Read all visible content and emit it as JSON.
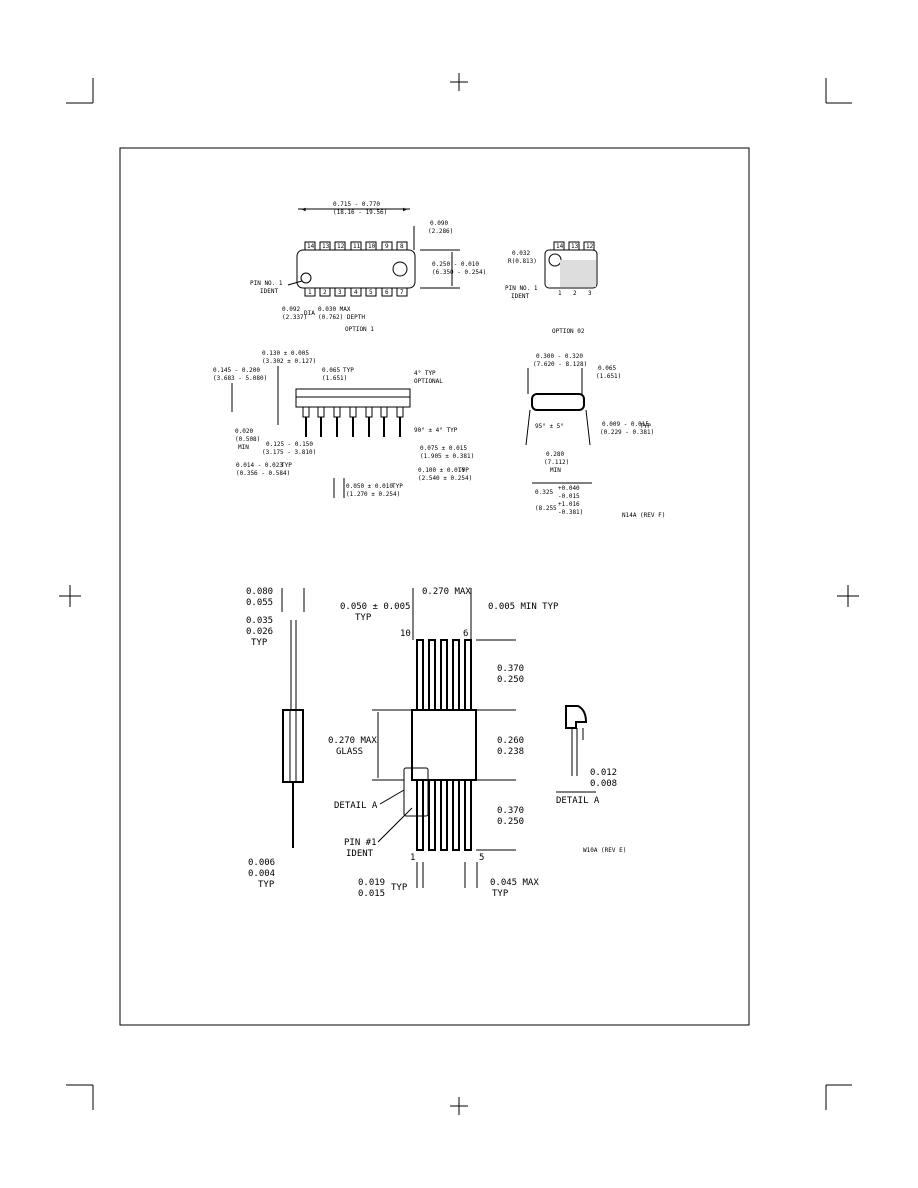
{
  "top": {
    "dim_length": "0.715 - 0.770",
    "dim_length_mm": "(18.16 - 19.56)",
    "dim_end_pin": "0.090",
    "dim_end_pin_mm": "(2.286)",
    "dim_width": "0.250 - 0.010",
    "dim_width_mm": "(6.350 - 0.254)",
    "pin_labels_top": [
      "14",
      "13",
      "12",
      "11",
      "10",
      "9",
      "8"
    ],
    "pin_labels_bottom": [
      "1",
      "2",
      "3",
      "4",
      "5",
      "6",
      "7"
    ],
    "pin_ident_1": "PIN NO. 1",
    "pin_ident_1b": "IDENT",
    "dim_dot": "0.092",
    "dim_dot_mm": "(2.337)",
    "dim_dia": "DIA",
    "dim_depth": "0.030 MAX",
    "dim_depth_mm": "(0.762) DEPTH",
    "option1": "OPTION 1",
    "option2": "OPTION 02",
    "opt2_dim": "0.032",
    "opt2_dim_mm": "R(0.813)",
    "opt2_labels_top": [
      "14",
      "13",
      "12"
    ],
    "opt2_labels_bottom": [
      "1",
      "2",
      "3"
    ],
    "opt2_ident": "PIN NO. 1",
    "opt2_identb": "IDENT"
  },
  "side": {
    "d1": "0.130 ± 0.005",
    "d1mm": "(3.302 ± 0.127)",
    "d2": "0.145 - 0.200",
    "d2mm": "(3.683 - 5.080)",
    "d3": "0.020",
    "d3mm": "(0.508)",
    "d3b": "MIN",
    "d4": "0.065",
    "d4b": "TYP",
    "d4mm": "(1.651)",
    "d5": "4° TYP",
    "d5b": "OPTIONAL",
    "d6": "0.125 - 0.150",
    "d6mm": "(3.175 - 3.810)",
    "d7": "90° ± 4° TYP",
    "d8": "0.075 ± 0.015",
    "d8mm": "(1.905 ± 0.381)",
    "d9": "0.014 - 0.023",
    "d9b": "TYP",
    "d9mm": "(0.356 - 0.584)",
    "d10": "0.100 ± 0.010",
    "d10b": "TYP",
    "d10mm": "(2.540 ± 0.254)",
    "d11": "0.050 ± 0.010",
    "d11b": "TYP",
    "d11mm": "(1.270 ± 0.254)"
  },
  "end": {
    "e1": "0.300 - 0.320",
    "e1mm": "(7.620 - 8.128)",
    "e2": "0.065",
    "e2mm": "(1.651)",
    "e3": "95° ± 5°",
    "e4": "0.009 - 0.015",
    "e4b": "TYP",
    "e4mm": "(0.229 - 0.381)",
    "e5": "0.280",
    "e5mm": "(7.112)",
    "e5b": "MIN",
    "e6": "0.325",
    "e6a": "+0.040",
    "e6b": "-0.015",
    "e6mm": "(8.255",
    "e6ma": "+1.016",
    "e6mb": "-0.381)",
    "code": "N14A (REV F)"
  },
  "flat": {
    "a1": "0.080",
    "a2": "0.055",
    "b1": "0.035",
    "b2": "0.026",
    "b3": "TYP",
    "c1": "0.050 ± 0.005",
    "c2": "TYP",
    "c_max": "0.270 MAX",
    "c_min": "0.005 MIN TYP",
    "pin10": "10",
    "pin6": "6",
    "pin1": "1",
    "pin5": "5",
    "l1": "0.370",
    "l2": "0.250",
    "g1": "0.270 MAX",
    "g2": "GLASS",
    "w1": "0.260",
    "w2": "0.238",
    "l3": "0.370",
    "l4": "0.250",
    "detail": "DETAIL A",
    "ident1": "PIN #1",
    "ident2": "IDENT",
    "t1": "0.006",
    "t2": "0.004",
    "t3": "TYP",
    "p1": "0.019",
    "p2": "0.015",
    "p3": "TYP",
    "q1": "0.045 MAX",
    "q2": "TYP",
    "det_dim1": "0.012",
    "det_dim2": "0.008",
    "det_label": "DETAIL A",
    "code": "W10A (REV E)"
  }
}
